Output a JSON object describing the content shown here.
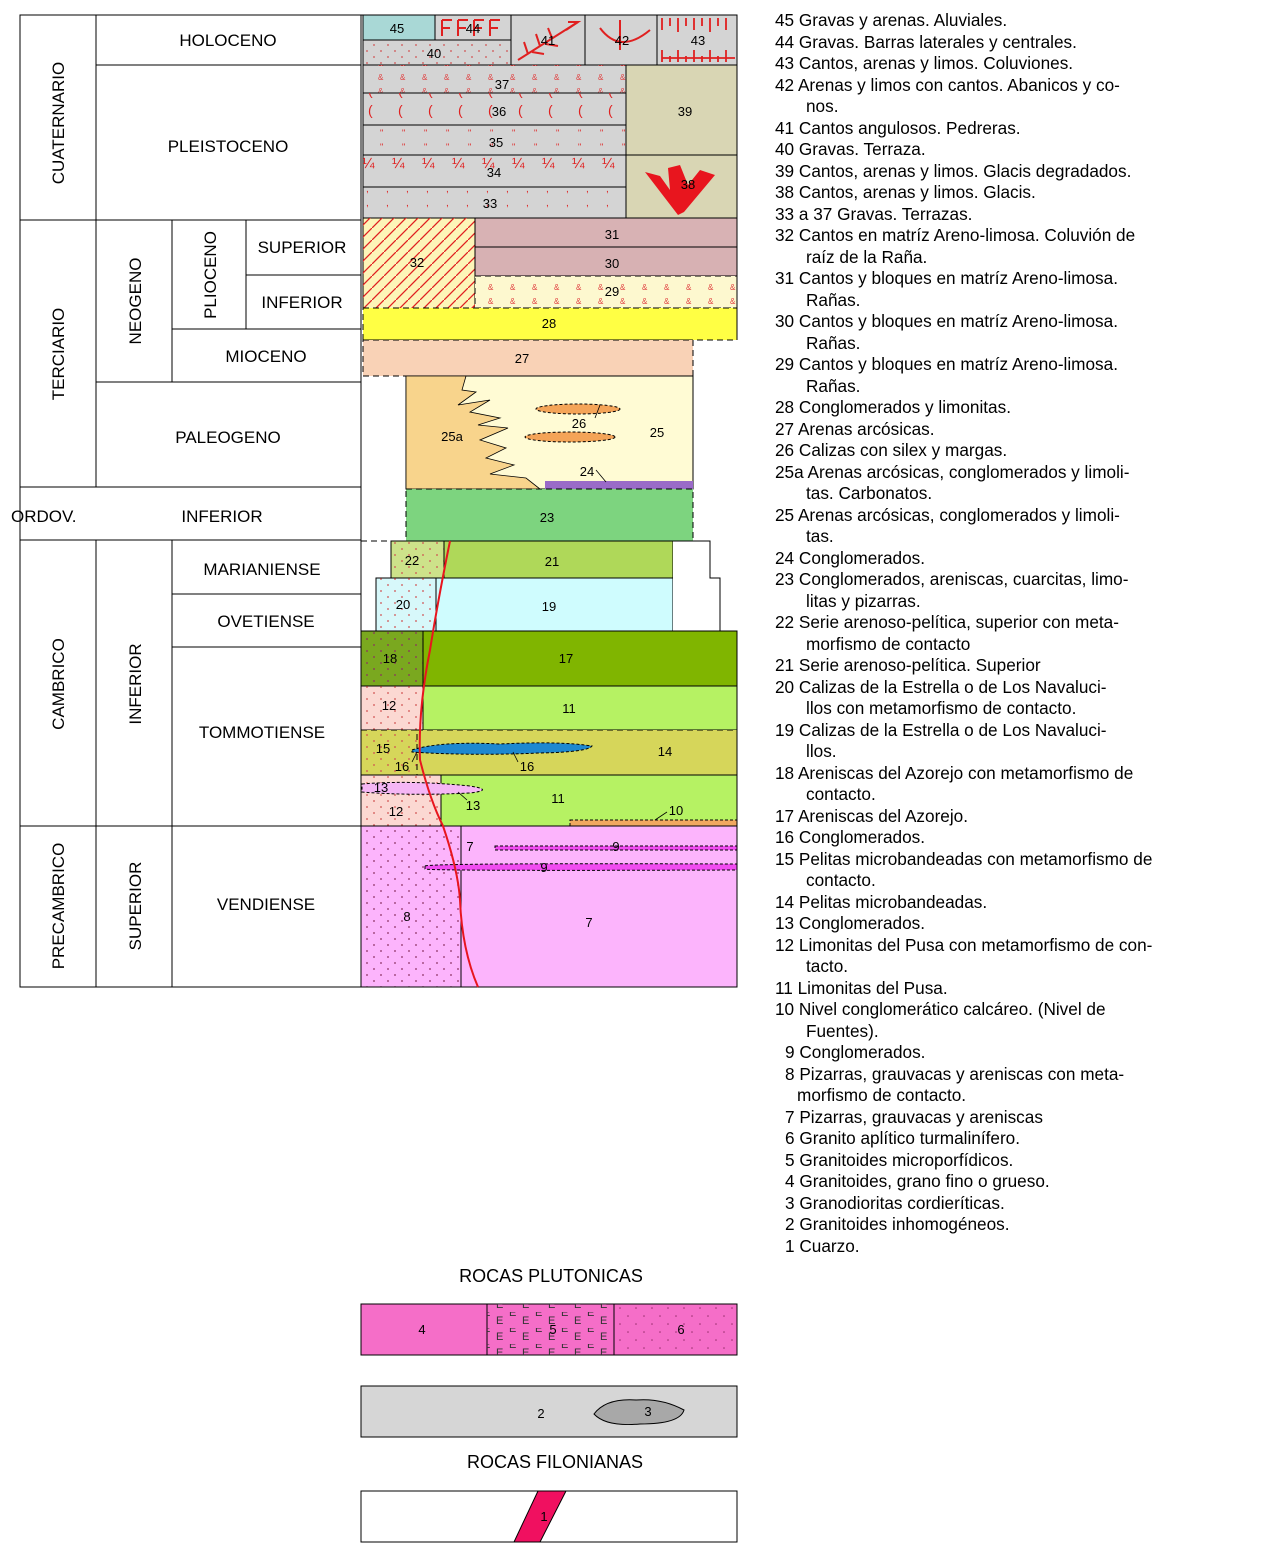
{
  "stratigraphy": {
    "eras": [
      "CUATERNARIO",
      "TERCIARIO",
      "ORDOV.",
      "CAMBRICO",
      "PRECAMBRICO"
    ],
    "periods": {
      "holoceno": "HOLOCENO",
      "pleistoceno": "PLEISTOCENO",
      "neogeno": "NEOGENO",
      "plioceno": "PLIOCENO",
      "superior_plio": "SUPERIOR",
      "inferior_plio": "INFERIOR",
      "mioceno": "MIOCENO",
      "paleogeno": "PALEOGENO",
      "inferior_ordov": "INFERIOR",
      "inferior_camb": "INFERIOR",
      "marianiense": "MARIANIENSE",
      "ovetiense": "OVETIENSE",
      "tommotiense": "TOMMOTIENSE",
      "superior_precamb": "SUPERIOR",
      "vendiense": "VENDIENSE"
    }
  },
  "units": {
    "u45": "45",
    "u44": "44",
    "u43": "43",
    "u42": "42",
    "u41": "41",
    "u40": "40",
    "u39": "39",
    "u38": "38",
    "u37": "37",
    "u36": "36",
    "u35": "35",
    "u34": "34",
    "u33": "33",
    "u32": "32",
    "u31": "31",
    "u30": "30",
    "u29": "29",
    "u28": "28",
    "u27": "27",
    "u26": "26",
    "u25": "25",
    "u25a": "25a",
    "u24": "24",
    "u23": "23",
    "u22": "22",
    "u21": "21",
    "u20": "20",
    "u19": "19",
    "u18": "18",
    "u17": "17",
    "u16": "16",
    "u15": "15",
    "u14": "14",
    "u13": "13",
    "u12": "12",
    "u11": "11",
    "u10": "10",
    "u9": "9",
    "u8": "8",
    "u7": "7",
    "u6": "6",
    "u5": "5",
    "u4": "4",
    "u3": "3",
    "u2": "2",
    "u1": "1"
  },
  "headings": {
    "plutonicas": "ROCAS PLUTONICAS",
    "filonianas": "ROCAS FILONIANAS"
  },
  "legend": [
    {
      "num": "45",
      "lines": [
        "Gravas y arenas. Aluviales."
      ]
    },
    {
      "num": "44",
      "lines": [
        "Gravas. Barras laterales y centrales."
      ]
    },
    {
      "num": "43",
      "lines": [
        "Cantos, arenas y limos. Coluviones."
      ]
    },
    {
      "num": "42",
      "lines": [
        "Arenas y limos con cantos. Abanicos y co-",
        "nos."
      ]
    },
    {
      "num": "41",
      "lines": [
        "Cantos angulosos. Pedreras."
      ]
    },
    {
      "num": "40",
      "lines": [
        "Gravas. Terraza."
      ]
    },
    {
      "num": "39",
      "lines": [
        "Cantos, arenas y limos. Glacis degradados."
      ]
    },
    {
      "num": "38",
      "lines": [
        "Cantos, arenas y limos. Glacis."
      ]
    },
    {
      "num": "33 a 37",
      "lines": [
        "Gravas. Terrazas."
      ]
    },
    {
      "num": "32",
      "lines": [
        "Cantos en matríz Areno-limosa. Coluvión de",
        "raíz de la Raña."
      ]
    },
    {
      "num": "31",
      "lines": [
        "Cantos y bloques en matríz Areno-limosa.",
        "Rañas."
      ]
    },
    {
      "num": "30",
      "lines": [
        "Cantos y bloques en matríz Areno-limosa.",
        "Rañas."
      ]
    },
    {
      "num": "29",
      "lines": [
        "Cantos y bloques en matríz Areno-limosa.",
        "Rañas."
      ]
    },
    {
      "num": "28",
      "lines": [
        "Conglomerados y limonitas."
      ]
    },
    {
      "num": "27",
      "lines": [
        "Arenas arcósicas."
      ]
    },
    {
      "num": "26",
      "lines": [
        "Calizas con silex y margas."
      ]
    },
    {
      "num": "25a",
      "lines": [
        "Arenas arcósicas, conglomerados y limoli-",
        "tas. Carbonatos."
      ]
    },
    {
      "num": "25",
      "lines": [
        "Arenas arcósicas, conglomerados y limoli-",
        "tas."
      ]
    },
    {
      "num": "24",
      "lines": [
        "Conglomerados."
      ]
    },
    {
      "num": "23",
      "lines": [
        "Conglomerados, areniscas, cuarcitas, limo-",
        "litas y pizarras."
      ]
    },
    {
      "num": "22",
      "lines": [
        "Serie arenoso-pelítica, superior con meta-",
        "morfismo de contacto"
      ]
    },
    {
      "num": "21",
      "lines": [
        "Serie arenoso-pelítica. Superior"
      ]
    },
    {
      "num": "20",
      "lines": [
        "Calizas de la Estrella o de Los Navaluci-",
        "llos con metamorfismo de contacto."
      ]
    },
    {
      "num": "19",
      "lines": [
        "Calizas de la Estrella o de Los Navaluci-",
        "llos."
      ]
    },
    {
      "num": "18",
      "lines": [
        "Areniscas del Azorejo con metamorfismo de",
        "contacto."
      ]
    },
    {
      "num": "17",
      "lines": [
        "Areniscas del Azorejo."
      ]
    },
    {
      "num": "16",
      "lines": [
        "Conglomerados."
      ]
    },
    {
      "num": "15",
      "lines": [
        "Pelitas microbandeadas con metamorfismo de",
        "contacto."
      ]
    },
    {
      "num": "14",
      "lines": [
        "Pelitas microbandeadas."
      ]
    },
    {
      "num": "13",
      "lines": [
        "Conglomerados."
      ]
    },
    {
      "num": "12",
      "lines": [
        "Limonitas del Pusa con metamorfismo de con-",
        "tacto."
      ]
    },
    {
      "num": "11",
      "lines": [
        "Limonitas del Pusa."
      ]
    },
    {
      "num": "10",
      "lines": [
        "Nivel conglomerático calcáreo. (Nivel de",
        "Fuentes)."
      ]
    },
    {
      "num": "9",
      "lines": [
        "Conglomerados."
      ]
    },
    {
      "num": "8",
      "lines": [
        "Pizarras, grauvacas y areniscas con meta-",
        "morfismo de contacto."
      ]
    },
    {
      "num": "7",
      "lines": [
        "Pizarras, grauvacas y areniscas"
      ]
    },
    {
      "num": "6",
      "lines": [
        "Granito aplítico turmalinífero."
      ]
    },
    {
      "num": "5",
      "lines": [
        "Granitoides microporfídicos."
      ]
    },
    {
      "num": "4",
      "lines": [
        "Granitoides, grano fino o grueso."
      ]
    },
    {
      "num": "3",
      "lines": [
        "Granodioritas cordieríticas."
      ]
    },
    {
      "num": "2",
      "lines": [
        "Granitoides inhomogéneos."
      ]
    },
    {
      "num": "1",
      "lines": [
        "Cuarzo."
      ]
    }
  ],
  "colors": {
    "u45": "#a9d8d6",
    "terraza": "#d4d4d4",
    "u39": "#d9d6b4",
    "u31": "#d8b2b4",
    "u30": "#d7b1b3",
    "u29": "#fdf8cf",
    "u32": "#fdf5b8",
    "u28": "#ffff44",
    "u27": "#f9d2b6",
    "u25": "#fffbd4",
    "u25a": "#f8d48c",
    "u24": "#9a6ac8",
    "u26": "#f4a458",
    "u23": "#7dd47f",
    "u22": "#cde28a",
    "u21": "#afd859",
    "u20": "#d7f8fa",
    "u19": "#cffcfe",
    "u18": "#7aa81f",
    "u17": "#80b500",
    "u12": "#fbd8d2",
    "u11": "#b6f263",
    "u15": "#d6d65a",
    "u14": "#d6d65a",
    "u16": "#1e88d0",
    "u13": "#f5b6f5",
    "u10": "#f0a860",
    "u7": "#fcb4fc",
    "u8": "#fcb4fc",
    "u9": "#f04cf0",
    "u4": "#f56ec8",
    "u5": "#f56ec8",
    "u6": "#f56ec8",
    "u2": "#d6d6d6",
    "u3": "#a8a8a8",
    "u1": "#f01060",
    "red": "#e8151e"
  }
}
